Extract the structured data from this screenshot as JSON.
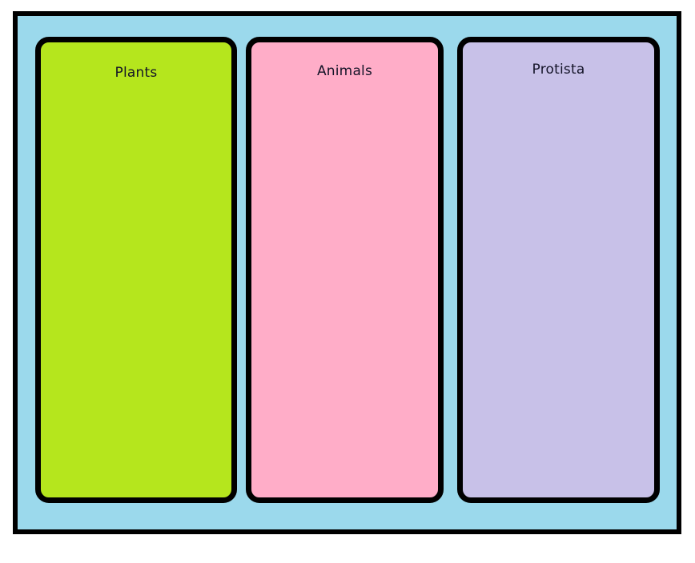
{
  "board": {
    "name": "classification-board",
    "background_color": "#9bd9ec",
    "border_color": "#000000",
    "page_background": "#ffffff"
  },
  "columns": [
    {
      "label": "Plants",
      "fill_color": "#b5e61d",
      "border_color": "#000000",
      "text_color": "#141428"
    },
    {
      "label": "Animals",
      "fill_color": "#ffadc8",
      "border_color": "#000000",
      "text_color": "#141428"
    },
    {
      "label": "Protista",
      "fill_color": "#c8c1e8",
      "border_color": "#000000",
      "text_color": "#141428"
    }
  ]
}
